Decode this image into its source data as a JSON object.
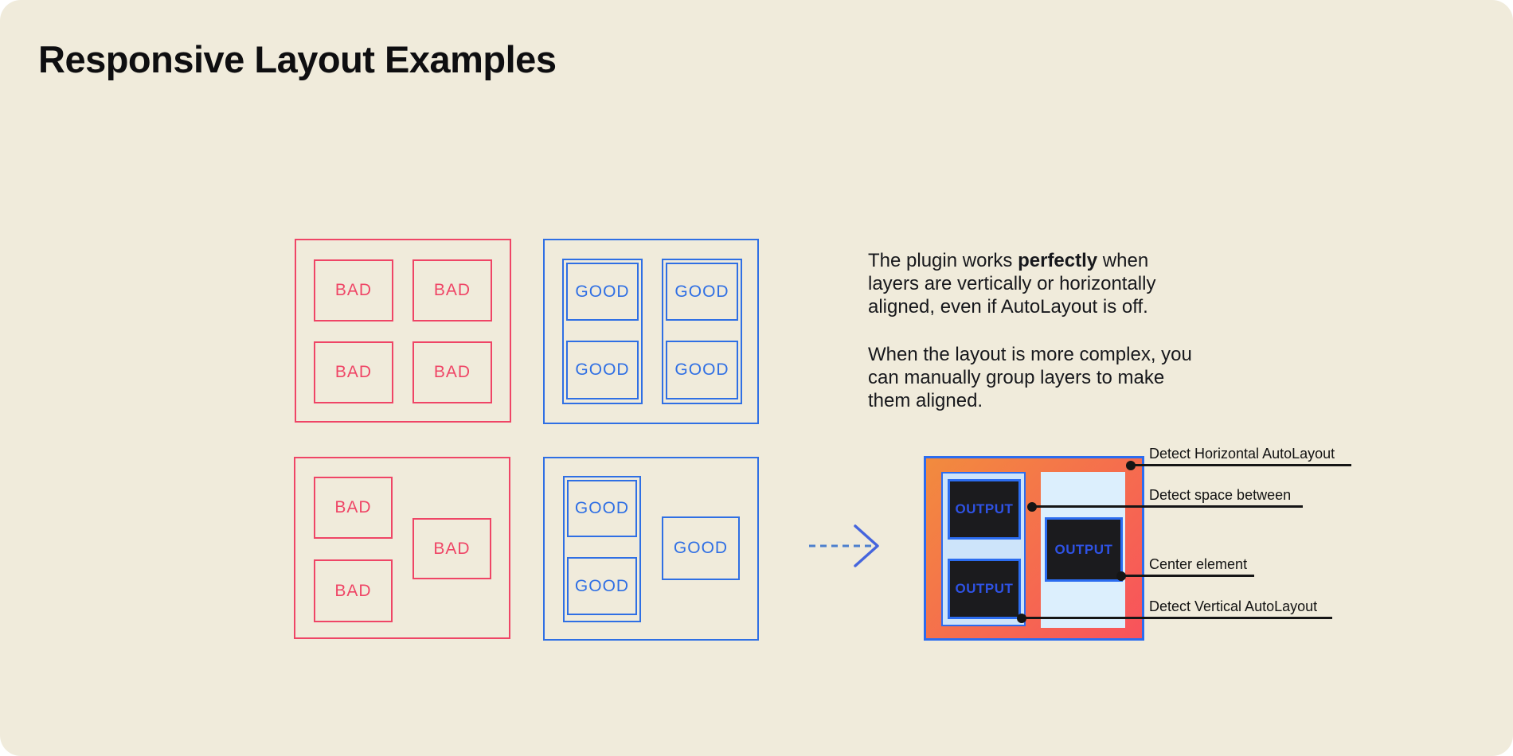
{
  "title": "Responsive Layout Examples",
  "bad_grid": {
    "labels": [
      "BAD",
      "BAD",
      "BAD",
      "BAD"
    ]
  },
  "good_grid": {
    "labels": [
      "GOOD",
      "GOOD",
      "GOOD",
      "GOOD"
    ]
  },
  "bad_free": {
    "labels": [
      "BAD",
      "BAD",
      "BAD"
    ]
  },
  "good_free": {
    "labels": [
      "GOOD",
      "GOOD",
      "GOOD"
    ]
  },
  "description": {
    "p1_line1_pre": "The plugin works ",
    "p1_line1_bold": "perfectly",
    "p1_line1_post": " when",
    "p1_line2": "layers are vertically or horizontally",
    "p1_line3": "aligned, even if AutoLayout is off.",
    "p2_line1": "When the layout is more complex, you",
    "p2_line2": "can manually group layers to make",
    "p2_line3": "them aligned."
  },
  "output_preview": {
    "labels": [
      "OUTPUT",
      "OUTPUT",
      "OUTPUT"
    ]
  },
  "annotations": {
    "items": [
      "Detect Horizontal AutoLayout",
      "Detect space between",
      "Center element",
      "Detect Vertical AutoLayout"
    ]
  },
  "colors": {
    "background": "#F0EBDB",
    "red": "#EF4566",
    "blue": "#2F6FE4",
    "blueBright": "#2B6CF0",
    "orangeStart": "#F28B3E",
    "orangeEnd": "#F8525C",
    "lightBlue": "#DCEFFD",
    "lightBlueDeep": "#CDE4FA",
    "dark": "#1B1B1E",
    "outputText": "#2E52E4",
    "arrowDash": "#4D7FCE",
    "arrowHead": "#4565DD"
  }
}
